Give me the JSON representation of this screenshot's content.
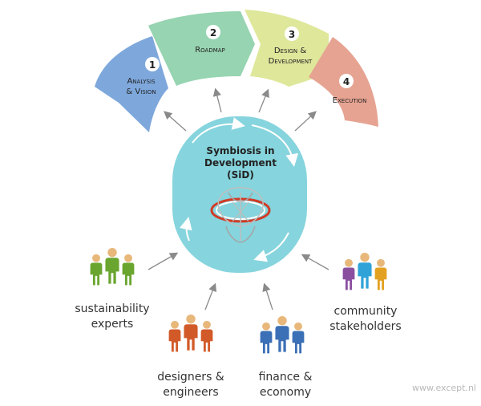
{
  "phases": [
    {
      "number": "1",
      "lines": [
        "Analysis",
        "& Vision"
      ],
      "color": "#7ea8dc"
    },
    {
      "number": "2",
      "lines": [
        "Roadmap"
      ],
      "color": "#97d4b1"
    },
    {
      "number": "3",
      "lines": [
        "Design &",
        "Development"
      ],
      "color": "#dfe79b"
    },
    {
      "number": "4",
      "lines": [
        "Execution"
      ],
      "color": "#e6a392"
    }
  ],
  "center": {
    "title_lines": [
      "Symbiosis in",
      "Development",
      "(SiD)"
    ],
    "color": "#86d4dd"
  },
  "groups": [
    {
      "label_lines": [
        "sustainability",
        "experts"
      ],
      "color": "#6aa52f"
    },
    {
      "label_lines": [
        "designers &",
        "engineers"
      ],
      "color": "#d25a28"
    },
    {
      "label_lines": [
        "finance &",
        "economy"
      ],
      "color": "#3b6fb6"
    },
    {
      "label_lines": [
        "community",
        "stakeholders"
      ],
      "color": "#8b4fa0"
    }
  ],
  "stakeholder_colors": {
    "community": [
      "#8b4fa0",
      "#2fa3d8",
      "#e3a121"
    ]
  },
  "watermark": "www.except.nl"
}
